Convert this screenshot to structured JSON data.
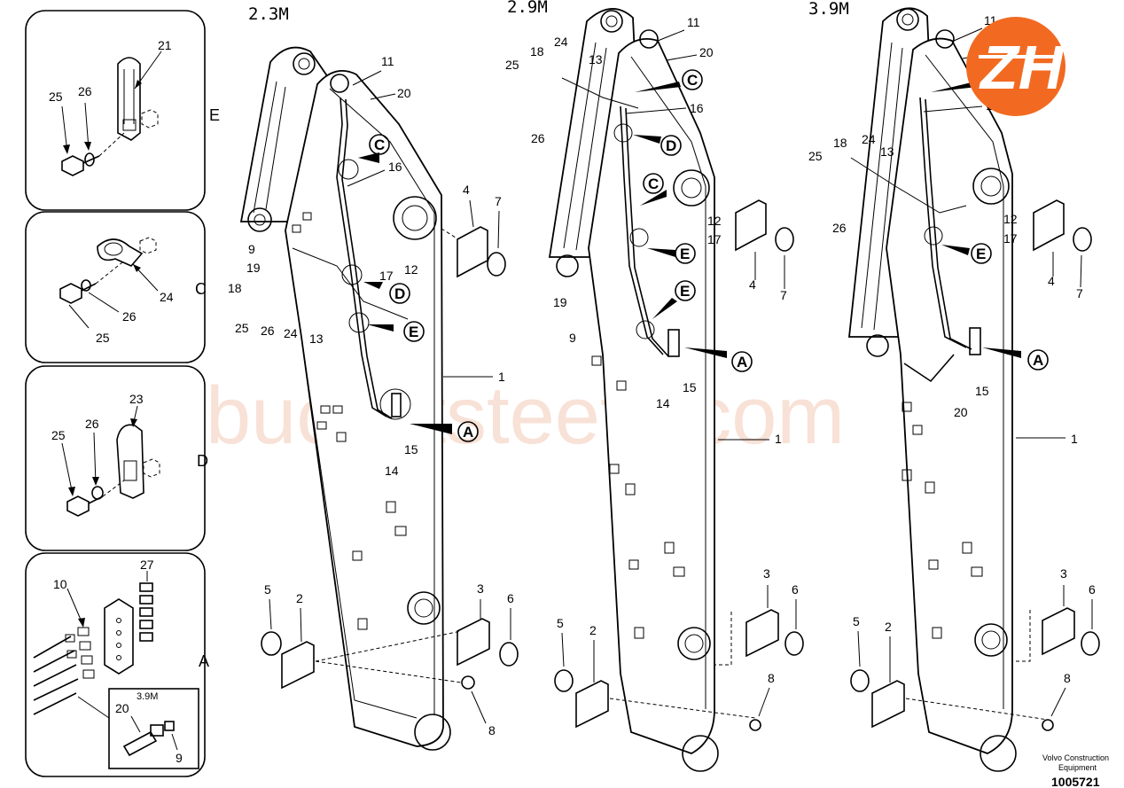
{
  "variants": [
    {
      "title": "2.3M"
    },
    {
      "title": "2.9M"
    },
    {
      "title": "3.9M"
    }
  ],
  "detail_views": [
    {
      "letter": "E",
      "labels": {
        "bracket": "21",
        "bolt": "25",
        "washer": "26"
      }
    },
    {
      "letter": "C",
      "labels": {
        "clamp": "24",
        "washer": "26",
        "bolt": "25"
      }
    },
    {
      "letter": "D",
      "labels": {
        "bracket": "23",
        "washer": "26",
        "bolt": "25"
      }
    },
    {
      "letter": "A",
      "labels": {
        "fittings": "27",
        "hose_fittings": "10",
        "subview_title": "3.9M",
        "hose": "20",
        "nipple": "9"
      }
    }
  ],
  "callout_letters": {
    "a": "A",
    "c": "C",
    "d": "D",
    "e": "E"
  },
  "part_numbers": {
    "p1": "1",
    "p2": "2",
    "p3": "3",
    "p4": "4",
    "p5": "5",
    "p6": "6",
    "p7": "7",
    "p8": "8",
    "p9": "9",
    "p11": "11",
    "p12": "12",
    "p13": "13",
    "p14": "14",
    "p15": "15",
    "p16": "16",
    "p17": "17",
    "p18": "18",
    "p19": "19",
    "p20": "20",
    "p24": "24",
    "p25": "25",
    "p26": "26"
  },
  "watermark": "bucketsteeth.com",
  "footer": {
    "company": "Volvo Construction",
    "company2": "Equipment",
    "drawing_number": "1005721"
  },
  "logo_color": "#f26a21"
}
